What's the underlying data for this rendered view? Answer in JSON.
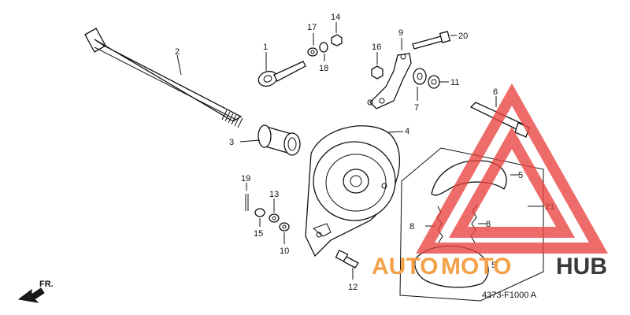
{
  "diagram": {
    "callouts": {
      "c1": "1",
      "c2": "2",
      "c3": "3",
      "c4": "4",
      "c5a": "5",
      "c5b": "5",
      "c6": "6",
      "c7": "7",
      "c8a": "8",
      "c8b": "8",
      "c9": "9",
      "c10": "10",
      "c11": "11",
      "c12": "12",
      "c13": "13",
      "c14": "14",
      "c15": "15",
      "c16": "16",
      "c17": "17",
      "c18": "18",
      "c19": "19",
      "c20": "20",
      "c21": "21"
    },
    "front_arrow_label": "FR.",
    "diagram_code": "4373-F1000 A"
  },
  "watermark": {
    "part1": "AUTO",
    "part2": "MOTO",
    "part3": "HUB",
    "color_orange": "#f4a24a",
    "color_red": "#e8433f",
    "color_dark": "#3a3a3a"
  }
}
